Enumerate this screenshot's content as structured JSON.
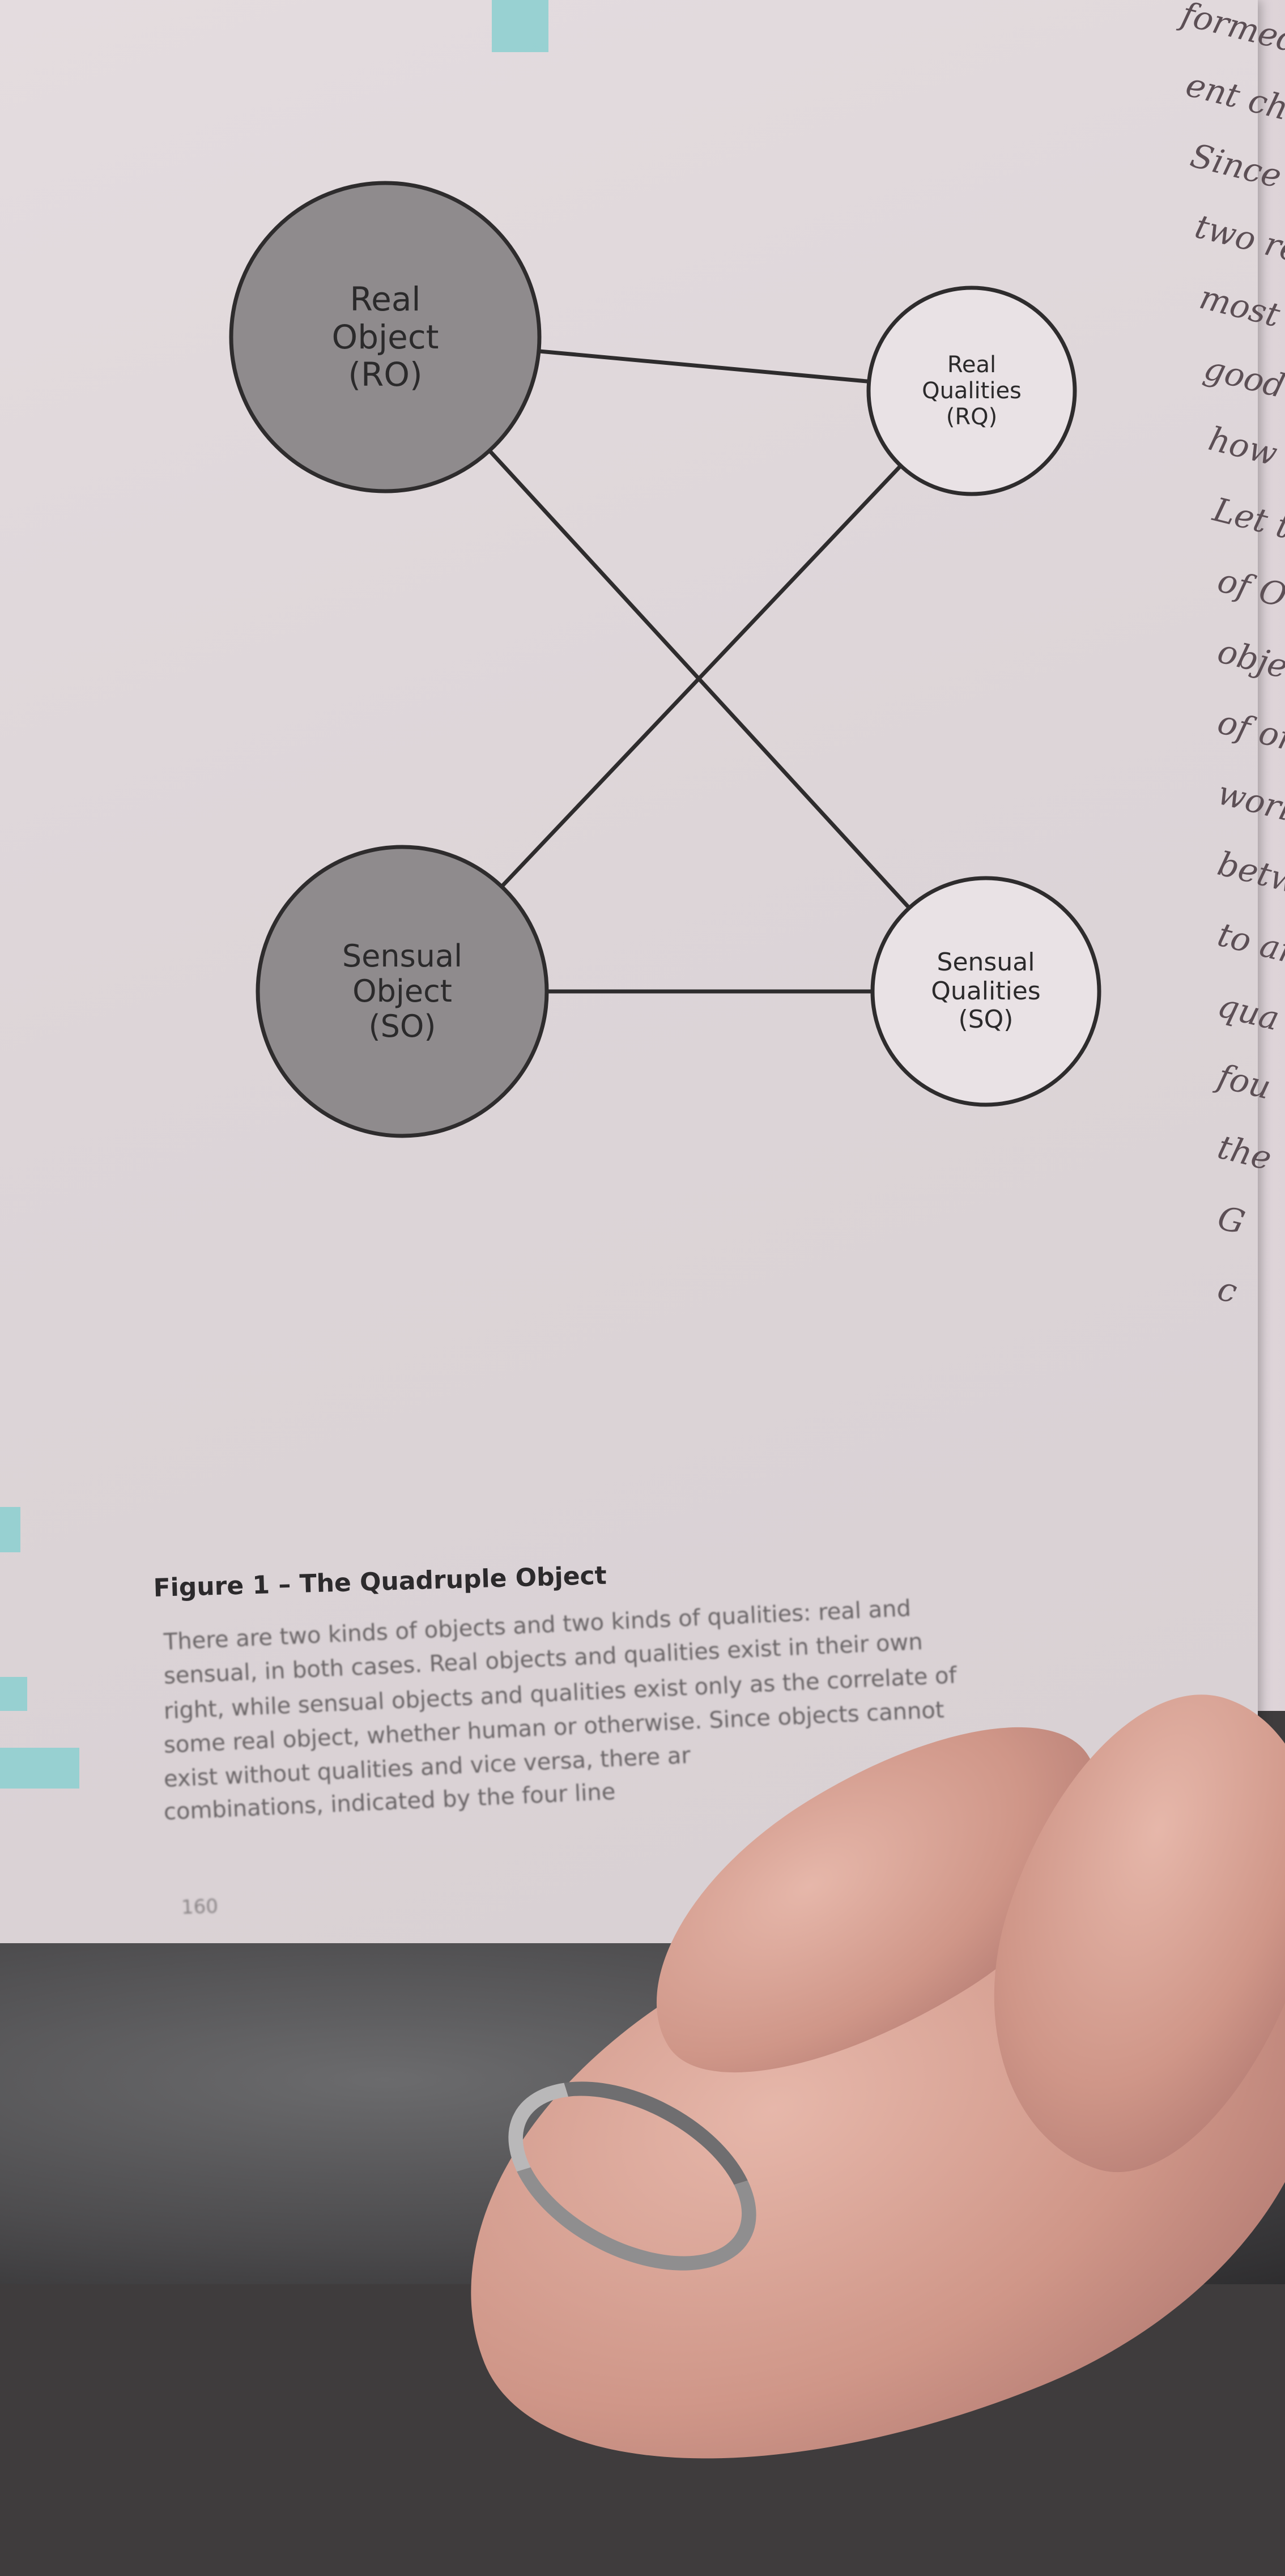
{
  "diagram": {
    "nodes": [
      {
        "id": "ro",
        "lines": [
          "Real",
          "Object",
          "(RO)"
        ],
        "shade": "dark"
      },
      {
        "id": "rq",
        "lines": [
          "Real",
          "Qualities",
          "(RQ)"
        ],
        "shade": "light"
      },
      {
        "id": "so",
        "lines": [
          "Sensual",
          "Object",
          "(SO)"
        ],
        "shade": "dark"
      },
      {
        "id": "sq",
        "lines": [
          "Sensual",
          "Qualities",
          "(SQ)"
        ],
        "shade": "light"
      }
    ],
    "edges": [
      [
        "ro",
        "rq"
      ],
      [
        "ro",
        "sq"
      ],
      [
        "so",
        "rq"
      ],
      [
        "so",
        "sq"
      ]
    ],
    "colors": {
      "dark_fill": "#8f8b8d",
      "light_fill": "#e9e2e5",
      "stroke": "#2e2c2d"
    }
  },
  "caption": {
    "title": "Figure 1 – The Quadruple Object",
    "lines": [
      "There are two kinds of objects and two kinds of qualities: real and",
      "sensual, in both cases. Real objects and qualities exist in their own",
      "right, while sensual objects and qualities exist only as the correlate of",
      "some real object, whether human or otherwise. Since objects cannot",
      "exist without qualities and vice versa, there ar",
      "combinations, indicated by the four line"
    ]
  },
  "page_number": "160",
  "facing_page_fragments": [
    "formed o",
    "ent characte",
    "Since essen",
    "two real te",
    "most diffi",
    "good plac",
    "how the",
    "Let th",
    "of OOO",
    "objects",
    "of onto",
    "world",
    "betw",
    "to an",
    "qua",
    "fou",
    "the",
    "G",
    "c"
  ],
  "colors": {
    "page": "#ddd5d8",
    "sticky_tab": "#8fcfd0",
    "skin": "#d59b8d",
    "ring": "#8f8e8f"
  }
}
